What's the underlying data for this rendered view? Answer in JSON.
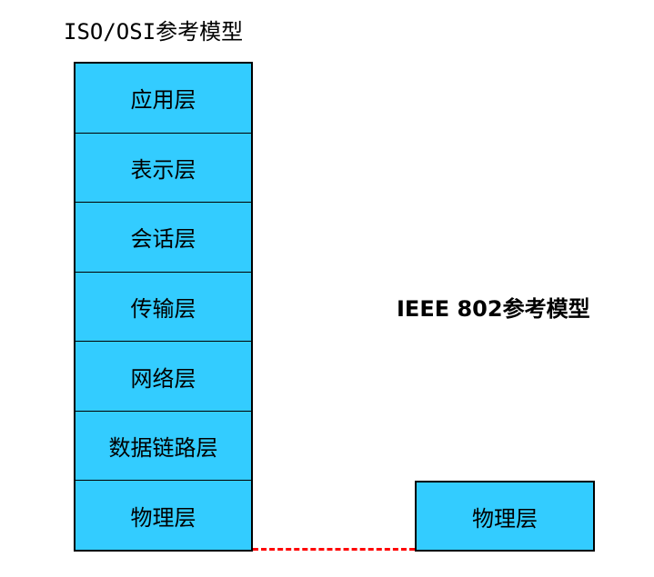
{
  "iso": {
    "title": "ISO/OSI参考模型",
    "layers": [
      {
        "label": "应用层"
      },
      {
        "label": "表示层"
      },
      {
        "label": "会话层"
      },
      {
        "label": "传输层"
      },
      {
        "label": "网络层"
      },
      {
        "label": "数据链路层"
      },
      {
        "label": "物理层"
      }
    ]
  },
  "ieee": {
    "title": "IEEE 802参考模型",
    "layers": [
      {
        "label": "物理层"
      }
    ]
  },
  "colors": {
    "box_fill": "#33ccff",
    "border": "#000000",
    "connector": "#ff0000"
  }
}
